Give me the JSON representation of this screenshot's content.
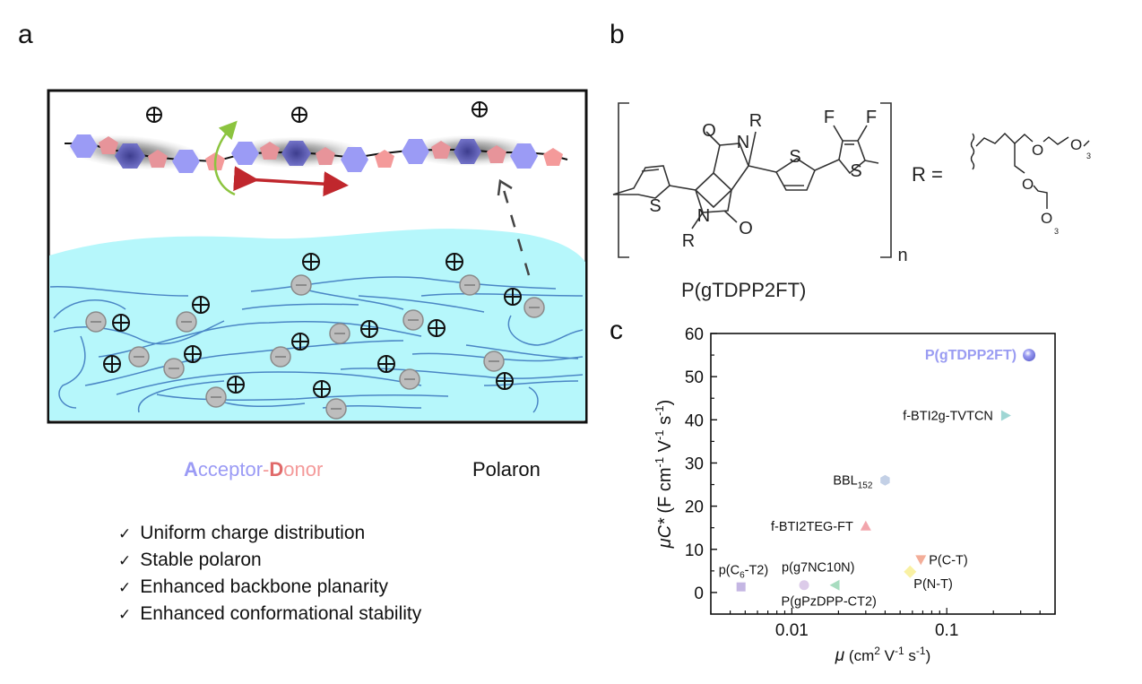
{
  "panels": {
    "a": {
      "letter": "a",
      "legend": {
        "acceptor_initial": "A",
        "acceptor_rest": "cceptor",
        "dash": "-",
        "donor_initial": "D",
        "donor_rest": "onor",
        "polaron": "Polaron"
      },
      "checklist": [
        {
          "mark": "✓",
          "text": "Uniform charge distribution"
        },
        {
          "mark": "✓",
          "text": "Stable polaron"
        },
        {
          "mark": "✓",
          "text": "Enhanced backbone planarity"
        },
        {
          "mark": "✓",
          "text": "Enhanced conformational stability"
        }
      ],
      "colors": {
        "acceptor": "#9b9bf5",
        "donor": "#f49a9a",
        "electrolyte": "#b6f7fb",
        "chain_lines": "#4a86c5",
        "anion": "#bdbdbd",
        "torsion_arrow": "#8cc43f",
        "transport_arrow": "#c0272d"
      },
      "symbols": {
        "cation": "⊕",
        "anion": "−"
      }
    },
    "b": {
      "letter": "b",
      "atoms": {
        "R": "R",
        "O": "O",
        "N": "N",
        "S": "S",
        "F": "F",
        "n": "n"
      },
      "r_equals": "R =",
      "subscript_3": "3",
      "polymer_name": "P(gTDPP2FT)"
    },
    "c": {
      "letter": "c"
    }
  },
  "chart_data": {
    "type": "scatter",
    "title": "",
    "xlabel": "μ (cm² V⁻¹ s⁻¹)",
    "xlabel_parts": {
      "mu": "μ",
      "rest": " (cm",
      "sup1": "2",
      "mid": " V",
      "sup2": "-1",
      "mid2": " s",
      "sup3": "-1",
      "end": ")"
    },
    "ylabel_parts": {
      "mu": "μC*",
      "rest": " (F cm",
      "sup1": "-1",
      "mid": " V",
      "sup2": "-1",
      "mid2": " s",
      "sup3": "-1",
      "end": ")"
    },
    "xscale": "log",
    "xlim": [
      0.003,
      0.5
    ],
    "ylim": [
      -5,
      60
    ],
    "xticks": [
      {
        "value": 0.01,
        "label": "0.01"
      },
      {
        "value": 0.1,
        "label": "0.1"
      }
    ],
    "yticks": [
      0,
      10,
      20,
      30,
      40,
      50,
      60
    ],
    "grid": false,
    "points": [
      {
        "name": "P(gTDPP2FT)",
        "label": "P(gTDPP2FT)",
        "x": 0.34,
        "y": 55,
        "marker": "sphere",
        "color": "#9a9cf2",
        "label_color": "#9a9cf2",
        "label_pos": "left"
      },
      {
        "name": "f-BTI2g-TVTCN",
        "label": "f-BTI2g-TVTCN",
        "x": 0.24,
        "y": 41,
        "marker": "triangle-right",
        "color": "#9fd6d4",
        "label_color": "#111111",
        "label_pos": "left"
      },
      {
        "name": "BBL152",
        "label": "BBL",
        "label_sub": "152",
        "x": 0.04,
        "y": 26,
        "marker": "hexagon",
        "color": "#c3d0e6",
        "label_color": "#111111",
        "label_pos": "left"
      },
      {
        "name": "f-BTI2TEG-FT",
        "label": "f-BTI2TEG-FT",
        "x": 0.03,
        "y": 15.4,
        "marker": "triangle-up",
        "color": "#f2a5ac",
        "label_color": "#111111",
        "label_pos": "left"
      },
      {
        "name": "P(C-T)",
        "label": "P(C-T)",
        "x": 0.068,
        "y": 7.6,
        "marker": "triangle-down",
        "color": "#f3ad98",
        "label_color": "#111111",
        "label_pos": "right"
      },
      {
        "name": "P(N-T)",
        "label": "P(N-T)",
        "x": 0.058,
        "y": 4.8,
        "marker": "diamond",
        "color": "#f9f1a3",
        "label_color": "#111111",
        "label_pos": "below-right"
      },
      {
        "name": "p(C6-T2)",
        "label": "p(C",
        "label_sub": "6",
        "label_end": "-T2)",
        "x": 0.0047,
        "y": 1.3,
        "marker": "square",
        "color": "#c4b6e3",
        "label_color": "#111111",
        "label_pos": "above"
      },
      {
        "name": "p(g7NC10N)",
        "label": "p(g7NC10N)",
        "x": 0.012,
        "y": 1.7,
        "marker": "circle",
        "color": "#dccbe9",
        "label_color": "#111111",
        "label_pos": "above"
      },
      {
        "name": "P(gPzDPP-CT2)",
        "label": "P(gPzDPP-CT2)",
        "x": 0.019,
        "y": 1.7,
        "marker": "triangle-left",
        "color": "#a7dcbf",
        "label_color": "#111111",
        "label_pos": "below-right"
      }
    ]
  }
}
